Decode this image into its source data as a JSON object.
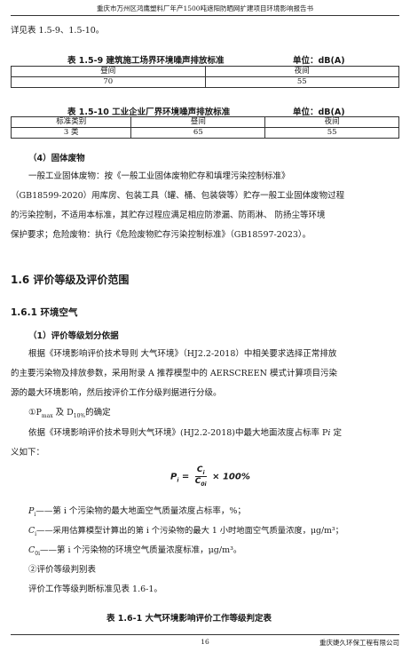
{
  "header": {
    "text": "重庆市万州区鸿鹰塑料厂年产1500吨遮阳防晒网扩建项目环境影响报告书"
  },
  "intro_line": "详见表 1.5-9、1.5-10。",
  "table_159": {
    "caption": "表 1.5-9   建筑施工场界环境噪声排放标准",
    "unit": "单位：dB(A)",
    "headers": [
      "昼间",
      "夜间"
    ],
    "row": [
      "70",
      "55"
    ]
  },
  "table_1510": {
    "caption": "表 1.5-10   工业企业厂界环境噪声排放标准",
    "unit": "单位：dB(A)",
    "headers": [
      "标准类别",
      "昼间",
      "夜间"
    ],
    "row": [
      "3 类",
      "65",
      "55"
    ]
  },
  "solid_waste": {
    "heading": "（4）固体废物",
    "lines": [
      "一般工业固体废物：按《一般工业固体废物贮存和填埋污染控制标准》",
      "（GB18599-2020）用库房、包装工具（罐、桶、包装袋等）贮存一般工业固体废物过程",
      "的污染控制，不适用本标准，其贮存过程应满足相应防渗漏、防雨淋、 防扬尘等环境",
      "保护要求；危险废物：执行《危险废物贮存污染控制标准》（GB18597-2023）。"
    ]
  },
  "section_16": {
    "title": "1.6 评价等级及评价范围"
  },
  "section_161": {
    "title": "1.6.1 环境空气"
  },
  "grading": {
    "heading": "（1）评价等级划分依据",
    "lines": [
      "根据《环境影响评价技术导则  大气环境》（HJ2.2-2018）中相关要求选择正常排放",
      "的主要污染物及排放参数，采用附录 A 推荐模型中的 AERSCREEN 模式计算项目污染",
      "源的最大环境影响，然后按评价工作分级判据进行分级。"
    ],
    "item1_prefix": "①P",
    "item1_sub": "max",
    "item1_mid": " 及 D",
    "item1_sub2": "10%",
    "item1_suffix": "的确定",
    "def_line1": "依据《环境影响评价技术导则大气环境》(HJ2.2-2018)中最大地面浓度占标率 P",
    "def_line1_i": "i",
    "def_line1_end": " 定",
    "def_line2": "义如下："
  },
  "formula": {
    "lhs": "P",
    "lhs_sub": "i",
    "num": "C",
    "num_sub": "i",
    "den": "C",
    "den_sub": "0i",
    "rhs": "× 100%"
  },
  "defs": [
    {
      "sym": "P",
      "sub": "i",
      "text": "——第 i 个污染物的最大地面空气质量浓度占标率，%；"
    },
    {
      "sym": "C",
      "sub": "i",
      "text": "——采用估算模型计算出的第 i 个污染物的最大 1 小时地面空气质量浓度，μg/m³；"
    },
    {
      "sym": "C",
      "sub": "0i",
      "text": "——第 i 个污染物的环境空气质量浓度标准，μg/m³。"
    }
  ],
  "item2": "②评价等级判别表",
  "item2_line": "评价工作等级判断标准见表 1.6-1。",
  "table_161_caption": "表 1.6-1    大气环境影响评价工作等级判定表",
  "footer": {
    "page": "16",
    "company": "重庆婕久环保工程有限公司"
  }
}
